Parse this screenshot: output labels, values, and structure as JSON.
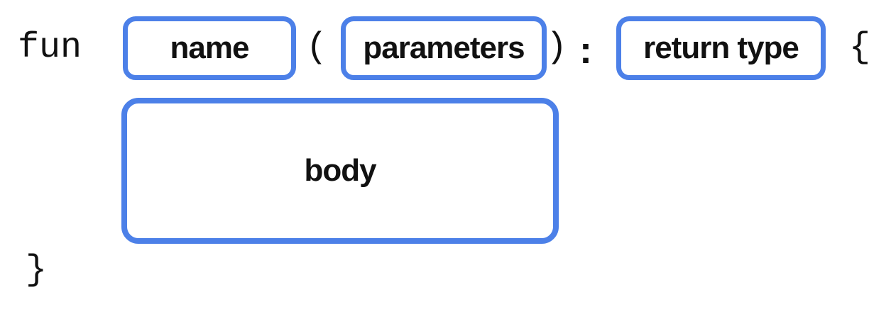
{
  "syntax": {
    "keyword": "fun",
    "punctuation": {
      "open_paren": "(",
      "close_paren": ")",
      "colon": ":",
      "open_brace": "{",
      "close_brace": "}"
    },
    "placeholders": {
      "name": "name",
      "parameters": "parameters",
      "return_type": "return type",
      "body": "body"
    }
  },
  "colors": {
    "chip_border": "#4C80E8",
    "text": "#111111",
    "background": "#ffffff"
  }
}
